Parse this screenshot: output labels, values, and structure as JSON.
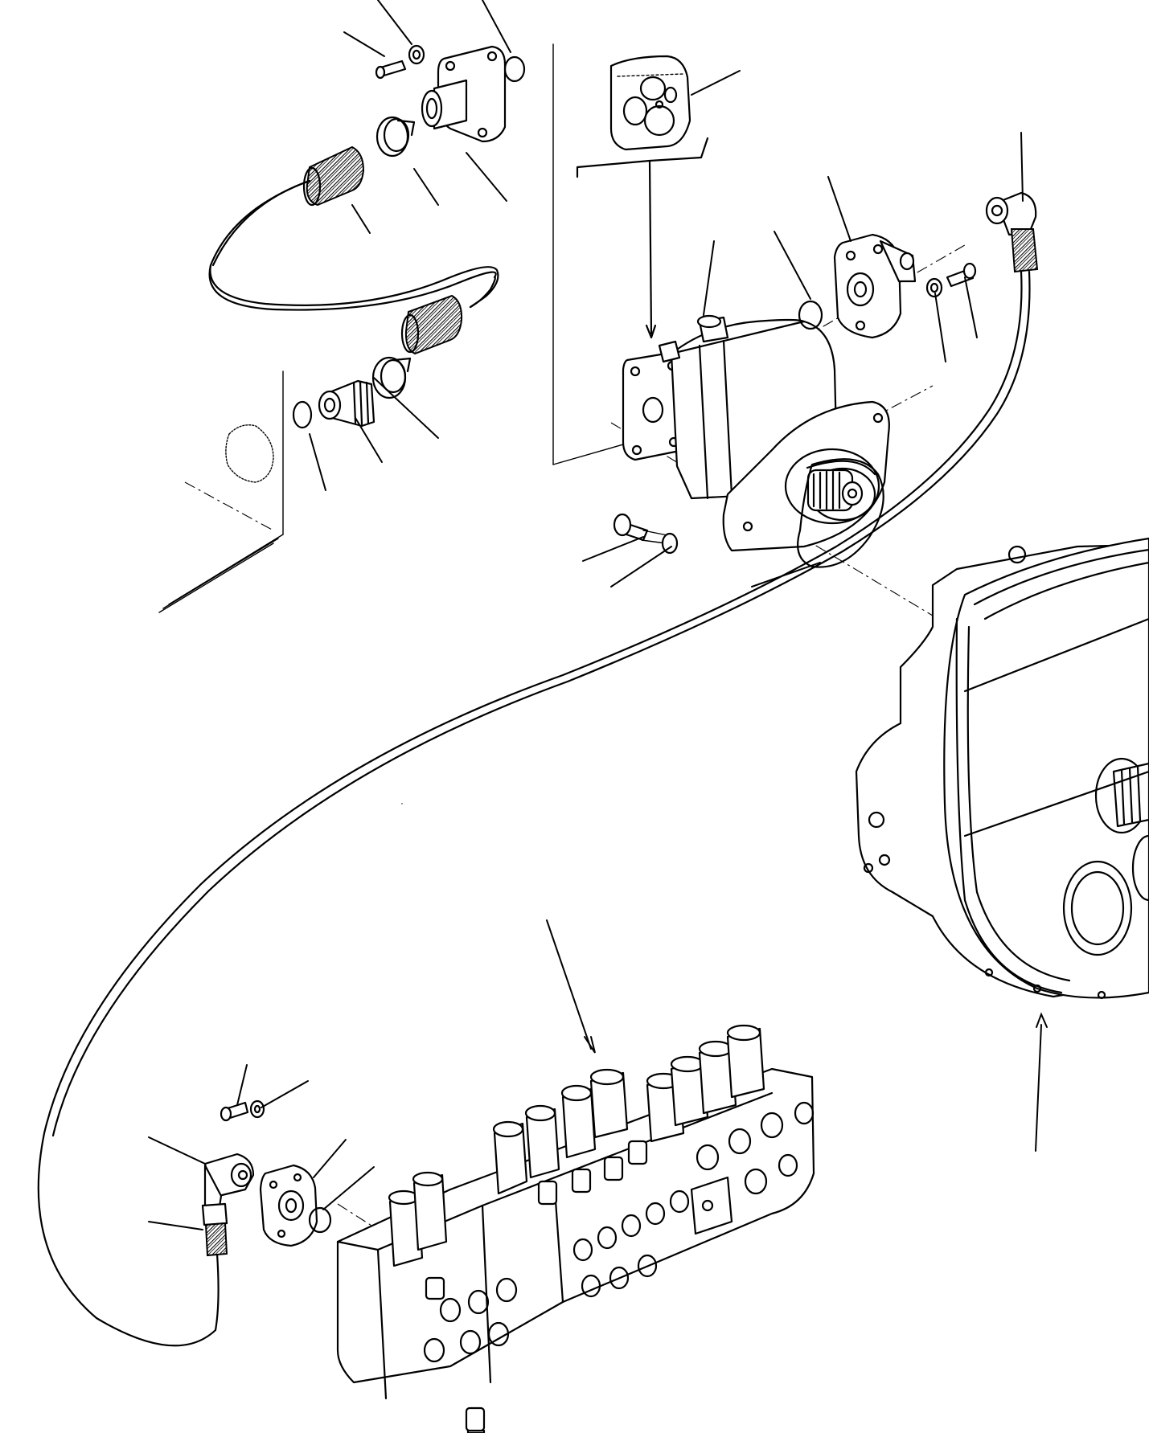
{
  "diagram": {
    "parts": [
      {
        "id": "suction-hose-assembly",
        "icon": "hose-icon"
      },
      {
        "id": "hose-clamp-upper",
        "icon": "clamp-icon"
      },
      {
        "id": "hose-clamp-lower",
        "icon": "clamp-icon"
      },
      {
        "id": "suction-flange",
        "icon": "flange-icon"
      },
      {
        "id": "tube-adapter",
        "icon": "adapter-icon"
      },
      {
        "id": "o-ring-set",
        "icon": "o-ring-icon"
      },
      {
        "id": "gear-pump",
        "icon": "pump-icon"
      },
      {
        "id": "pump-gasket",
        "icon": "gasket-icon"
      },
      {
        "id": "discharge-flange-pump",
        "icon": "flange-icon"
      },
      {
        "id": "elbow-fitting-pump",
        "icon": "elbow-icon"
      },
      {
        "id": "pilot-hose",
        "icon": "hose-icon"
      },
      {
        "id": "seal-kit",
        "icon": "seal-kit-icon"
      },
      {
        "id": "main-pump-housing",
        "icon": "housing-icon"
      },
      {
        "id": "control-valve",
        "icon": "valve-icon"
      },
      {
        "id": "discharge-flange-valve",
        "icon": "flange-icon"
      },
      {
        "id": "elbow-fitting-valve",
        "icon": "elbow-icon"
      },
      {
        "id": "bolts-and-washers",
        "icon": "bolt-icon"
      }
    ]
  }
}
